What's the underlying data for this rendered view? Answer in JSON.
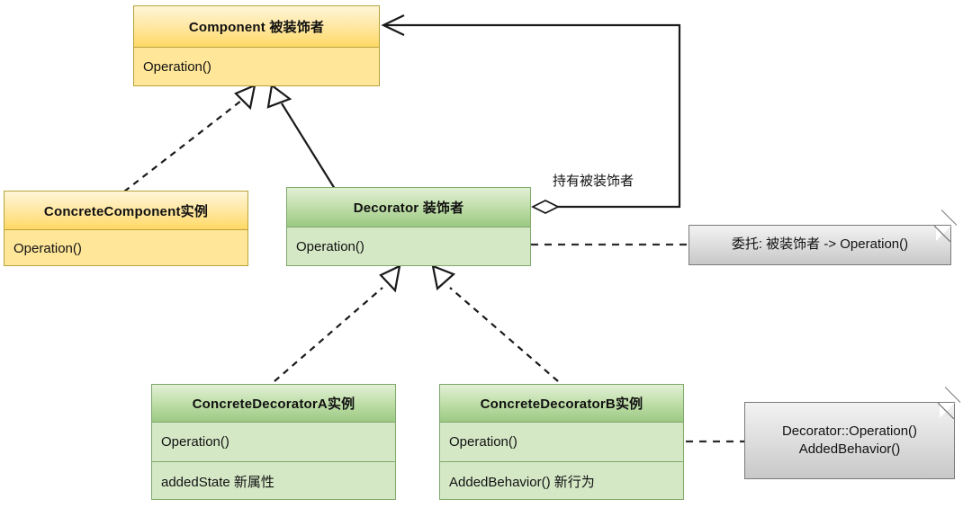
{
  "diagram": {
    "title": "Decorator Pattern UML Class Diagram",
    "colors": {
      "yellow_header_top": "#fff6d8",
      "yellow_header_bottom": "#ffd966",
      "yellow_body": "#ffe699",
      "yellow_border": "#b8a33a",
      "green_header_top": "#e2f0d6",
      "green_header_bottom": "#9cc983",
      "green_body": "#d5e8c6",
      "green_border": "#7ea96b",
      "note_fill": "#e2e2e2",
      "note_border": "#7a7a7a",
      "line": "#1a1a1a",
      "background": "#ffffff"
    },
    "classes": [
      {
        "id": "component",
        "name": "Component 被装饰者",
        "members": [
          "Operation()"
        ],
        "color": "yellow"
      },
      {
        "id": "concrete-component",
        "name": "ConcreteComponent实例",
        "members": [
          "Operation()"
        ],
        "color": "yellow"
      },
      {
        "id": "decorator",
        "name": "Decorator 装饰者",
        "members": [
          "Operation()"
        ],
        "color": "green"
      },
      {
        "id": "concrete-decorator-a",
        "name": "ConcreteDecoratorA实例",
        "members": [
          "Operation()",
          "addedState  新属性"
        ],
        "color": "green"
      },
      {
        "id": "concrete-decorator-b",
        "name": "ConcreteDecoratorB实例",
        "members": [
          "Operation()",
          "AddedBehavior()  新行为"
        ],
        "color": "green"
      }
    ],
    "notes": [
      {
        "id": "note-delegate",
        "text": "委托: 被装饰者 -> Operation()",
        "attached_to": "decorator"
      },
      {
        "id": "note-decorator-b",
        "lines": [
          "Decorator::Operation()",
          "AddedBehavior()"
        ],
        "attached_to": "concrete-decorator-b"
      }
    ],
    "edges": [
      {
        "id": "edge-concrete-component-to-component",
        "from": "concrete-component",
        "to": "component",
        "type": "realization",
        "style": "dashed",
        "arrow": "hollow-triangle",
        "label": ""
      },
      {
        "id": "edge-decorator-to-component-inherit",
        "from": "decorator",
        "to": "component",
        "type": "generalization",
        "style": "solid",
        "arrow": "hollow-triangle",
        "label": ""
      },
      {
        "id": "edge-decorator-aggregates-component",
        "from": "decorator",
        "to": "component",
        "type": "aggregation",
        "style": "solid",
        "arrow": "open-arrow",
        "source_decoration": "hollow-diamond",
        "label": "持有被装饰者"
      },
      {
        "id": "edge-decorator-a-to-decorator",
        "from": "concrete-decorator-a",
        "to": "decorator",
        "type": "realization",
        "style": "dashed",
        "arrow": "hollow-triangle",
        "label": ""
      },
      {
        "id": "edge-decorator-b-to-decorator",
        "from": "concrete-decorator-b",
        "to": "decorator",
        "type": "realization",
        "style": "dashed",
        "arrow": "hollow-triangle",
        "label": ""
      },
      {
        "id": "edge-note-delegate-link",
        "from": "decorator",
        "to": "note-delegate",
        "type": "note-link",
        "style": "dashed",
        "arrow": "none",
        "label": ""
      },
      {
        "id": "edge-note-b-link",
        "from": "concrete-decorator-b",
        "to": "note-decorator-b",
        "type": "note-link",
        "style": "dashed",
        "arrow": "none",
        "label": ""
      }
    ]
  }
}
